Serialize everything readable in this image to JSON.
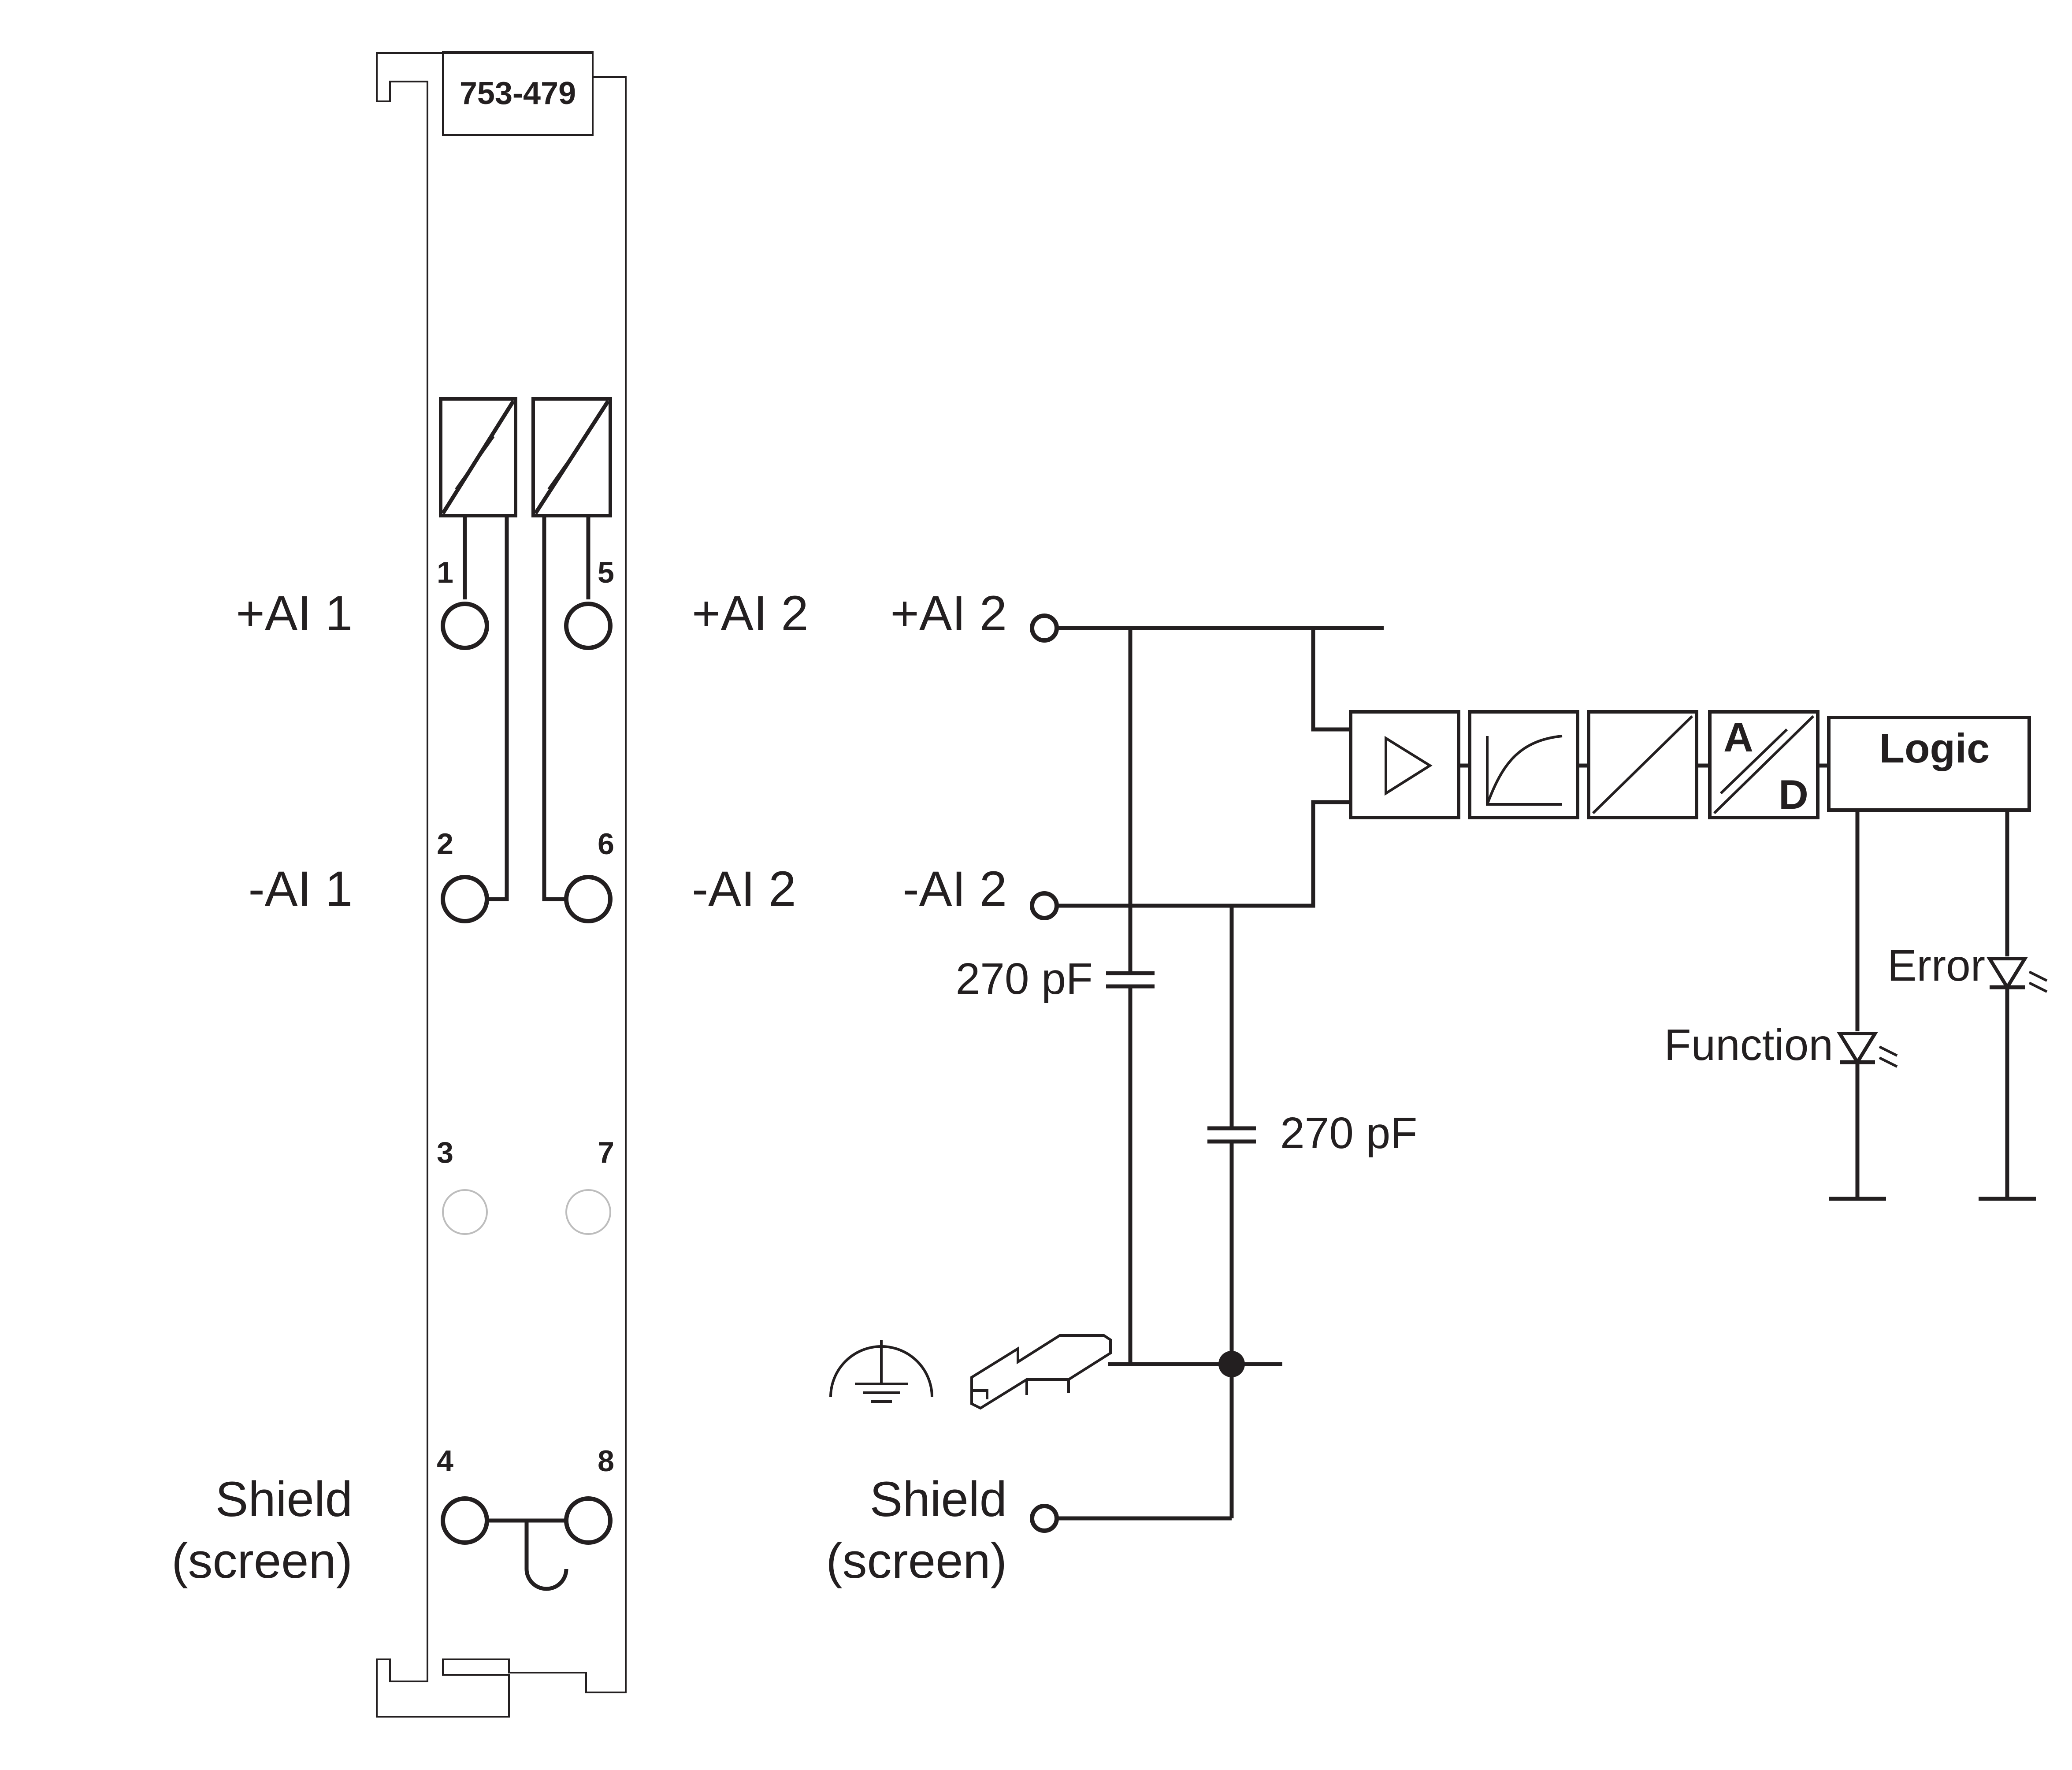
{
  "module": {
    "part_number": "753-479"
  },
  "terminals": {
    "t1": "1",
    "t2": "2",
    "t3": "3",
    "t4": "4",
    "t5": "5",
    "t6": "6",
    "t7": "7",
    "t8": "8"
  },
  "left_labels": {
    "ai1_plus": "+AI 1",
    "ai1_minus": "-AI 1",
    "ai2_plus": "+AI 2",
    "ai2_minus": "-AI 2",
    "shield": "Shield",
    "shield_sub": "(screen)"
  },
  "schematic": {
    "ai2_plus": "+AI 2",
    "ai2_minus": "-AI 2",
    "cap1": "270 pF",
    "cap2": "270 pF",
    "shield": "Shield",
    "shield_sub": "(screen)",
    "ad_a": "A",
    "ad_d": "D",
    "logic": "Logic",
    "led_function": "Function",
    "led_error": "Error"
  }
}
